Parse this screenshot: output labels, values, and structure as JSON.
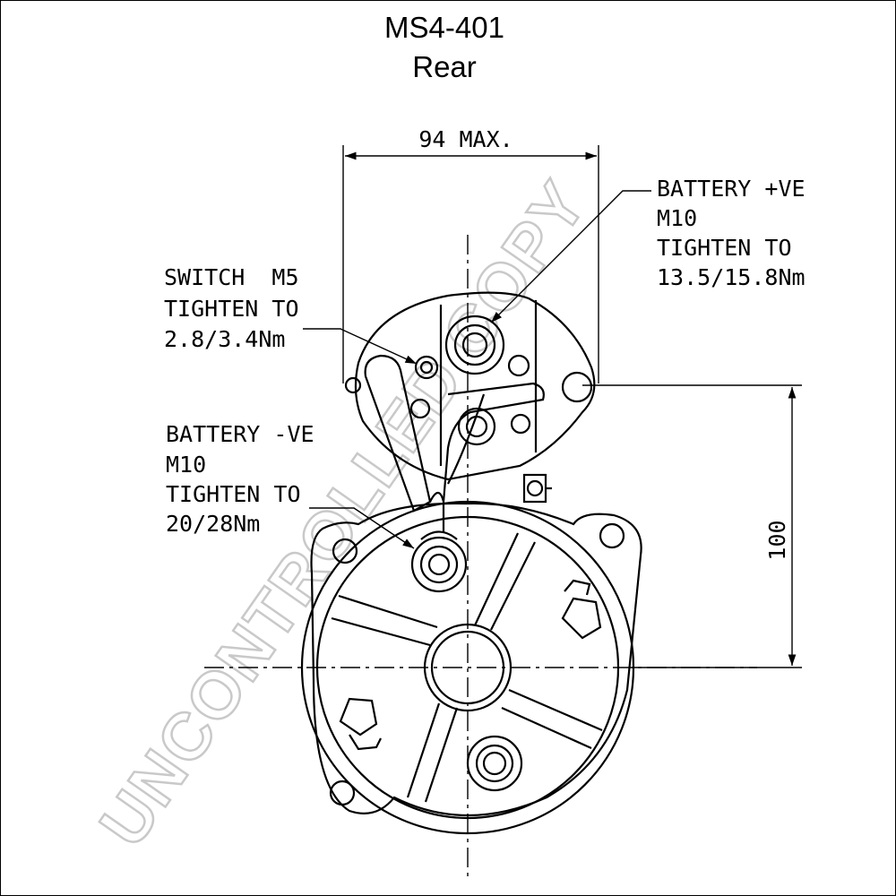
{
  "title": {
    "model": "MS4-401",
    "view": "Rear"
  },
  "dimensions": {
    "width": "94 MAX.",
    "height": "100"
  },
  "callouts": {
    "battery_positive": {
      "line1": "BATTERY +VE",
      "line2": "M10",
      "line3": "TIGHTEN TO",
      "line4": "13.5/15.8Nm"
    },
    "switch": {
      "line1": "SWITCH  M5",
      "line2": "TIGHTEN TO",
      "line3": "2.8/3.4Nm"
    },
    "battery_negative": {
      "line1": "BATTERY -VE",
      "line2": "M10",
      "line3": "TIGHTEN TO",
      "line4": "20/28Nm"
    }
  },
  "watermark": "UNCONTROLLED COPY"
}
